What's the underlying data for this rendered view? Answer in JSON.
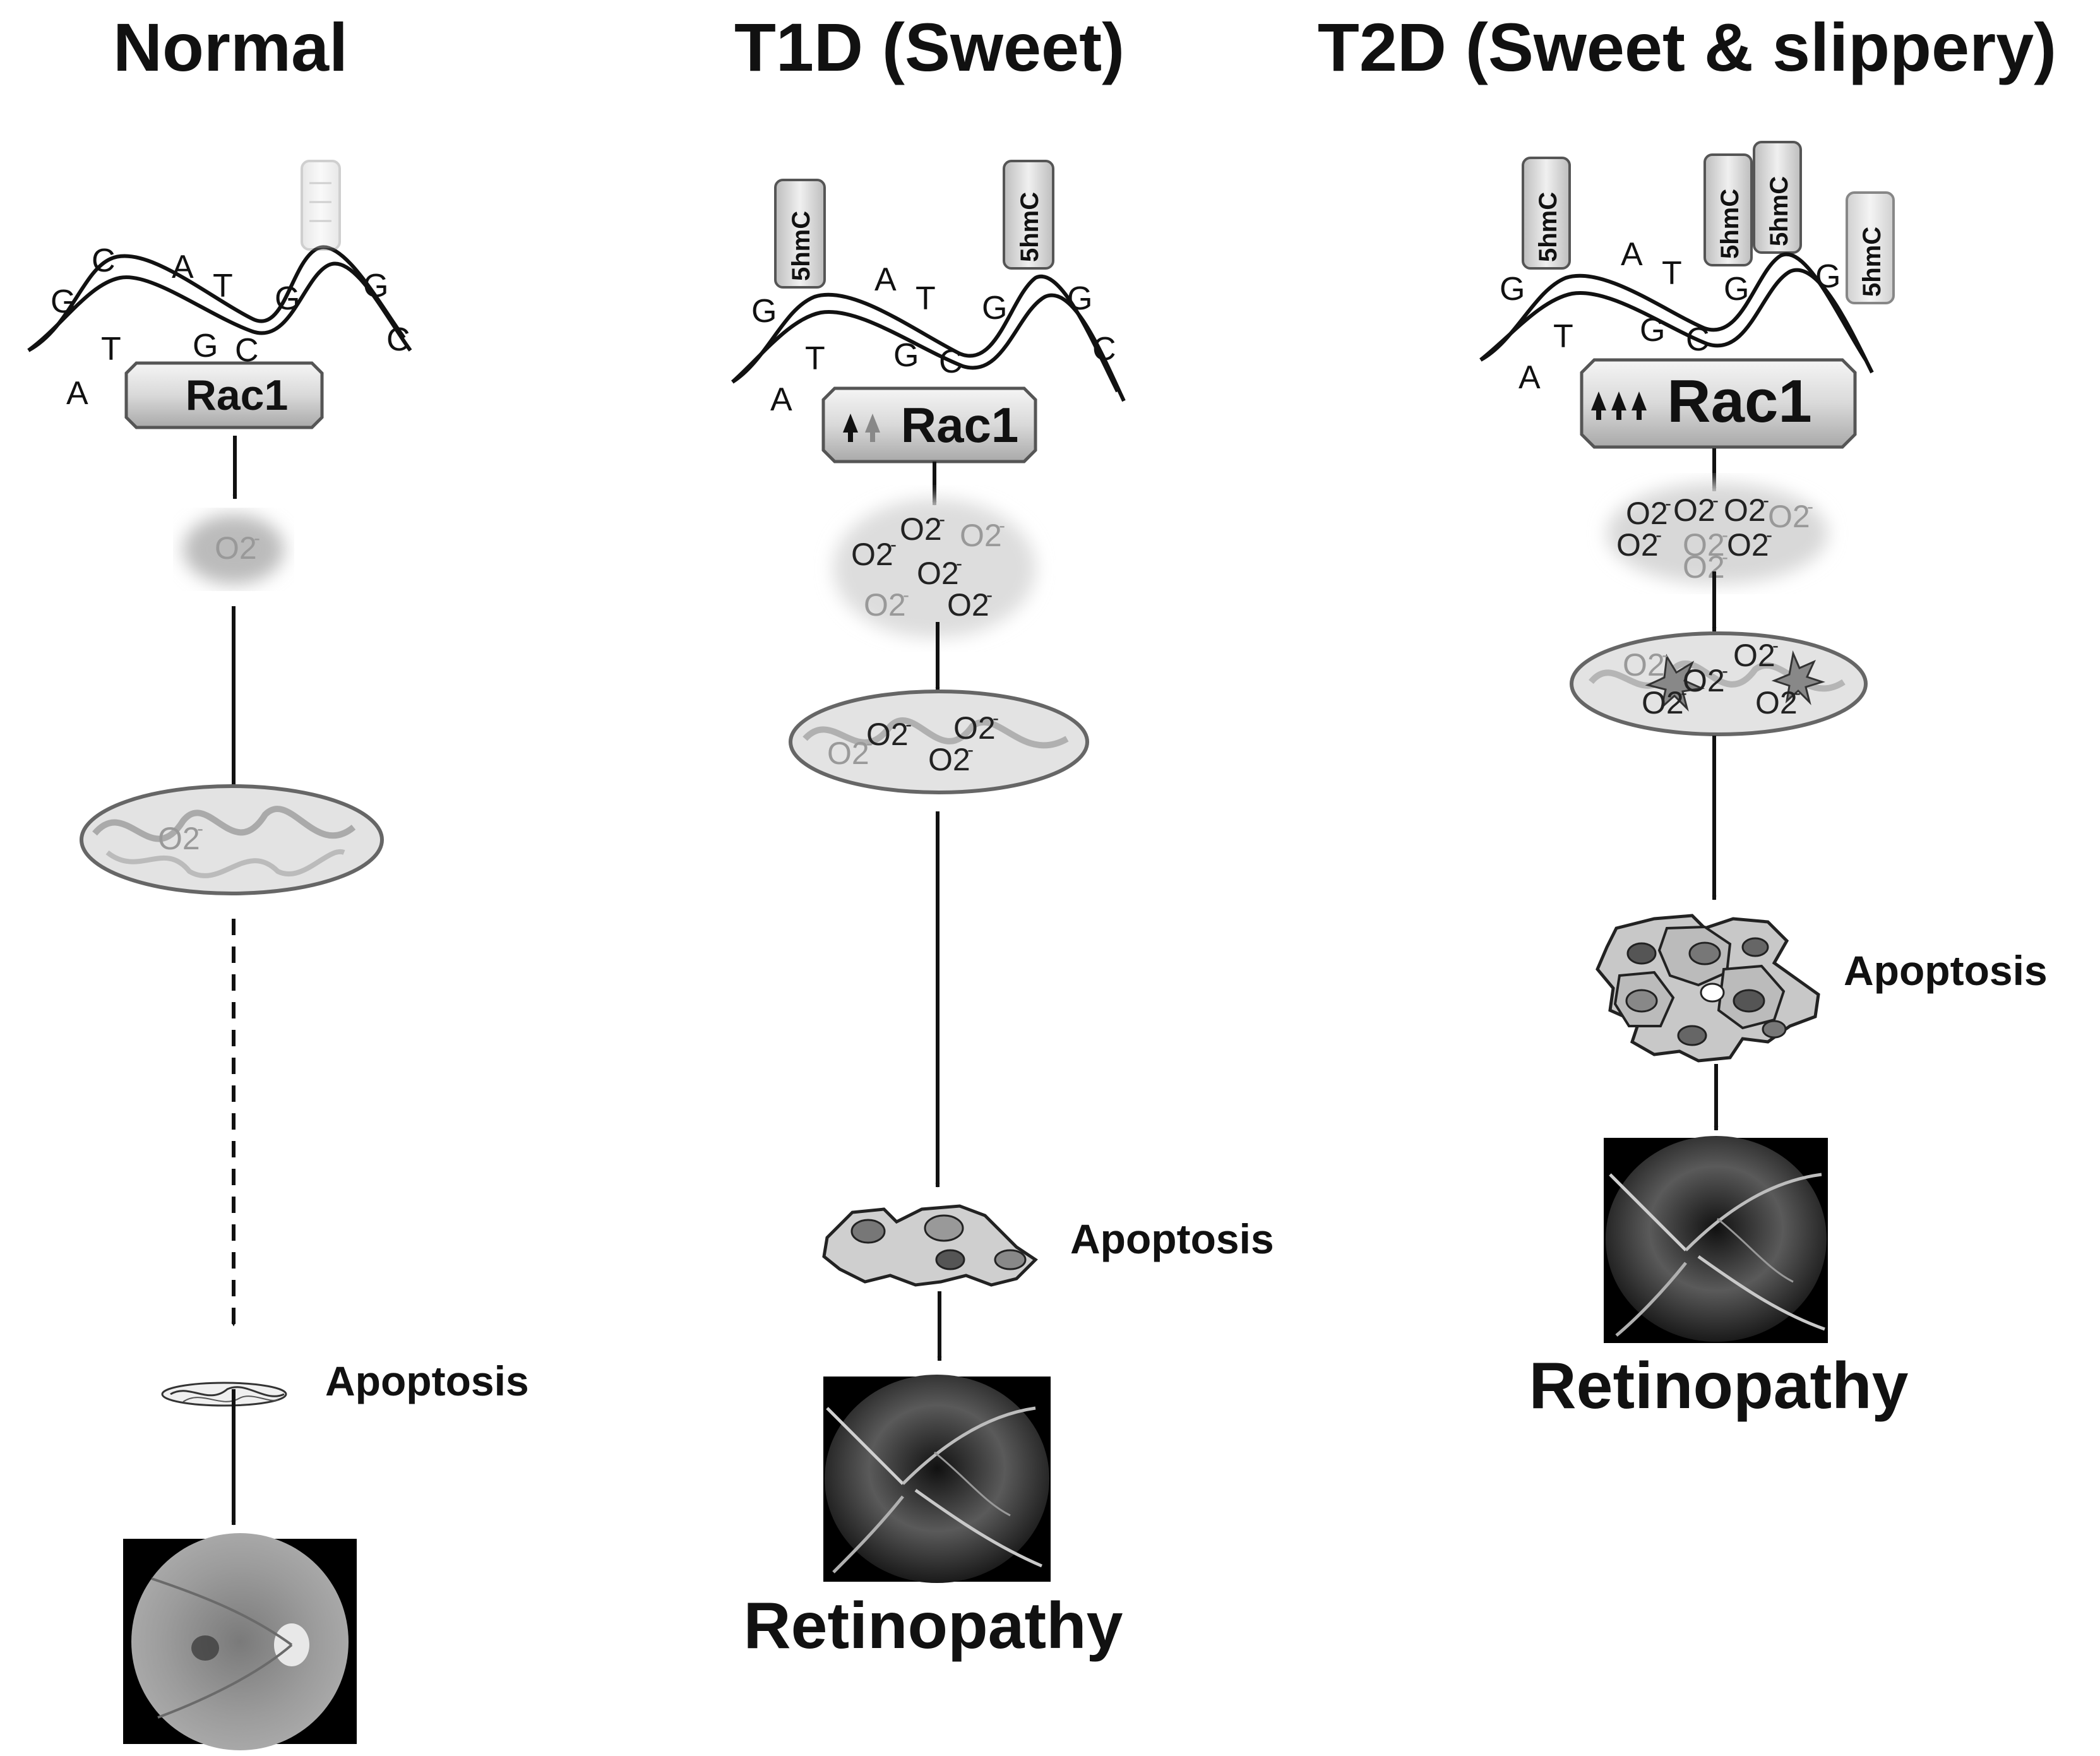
{
  "columns": [
    {
      "id": "normal",
      "title": "Normal",
      "gene": "Rac1",
      "bases": [
        "G",
        "C",
        "A",
        "T",
        "G",
        "G",
        "C",
        "A",
        "T",
        "G",
        "C"
      ],
      "methyl_mark": "",
      "superoxide": "O2",
      "superoxide_charge": "-",
      "outcome_label": "Apoptosis",
      "retinopathy_label": ""
    },
    {
      "id": "t1d",
      "title": "T1D (Sweet)",
      "gene": "Rac1",
      "bases": [
        "G",
        "A",
        "T",
        "G",
        "G",
        "C",
        "A",
        "T",
        "G",
        "C"
      ],
      "methyl_mark": "5hmC",
      "superoxide": "O2",
      "superoxide_charge": "-",
      "outcome_label": "Apoptosis",
      "retinopathy_label": "Retinopathy"
    },
    {
      "id": "t2d",
      "title": "T2D (Sweet & slippery)",
      "gene": "Rac1",
      "bases": [
        "G",
        "A",
        "T",
        "G",
        "G",
        "A",
        "T",
        "G",
        "C"
      ],
      "methyl_mark": "5hmC",
      "superoxide": "O2",
      "superoxide_charge": "-",
      "outcome_label": "Apoptosis",
      "retinopathy_label": "Retinopathy"
    }
  ],
  "colors": {
    "background": "#ffffff",
    "ink": "#111111",
    "membrane": "#dcdcdc",
    "fundus_normal": "#8f8f8f",
    "fundus_disease": "#2a2a2a"
  }
}
